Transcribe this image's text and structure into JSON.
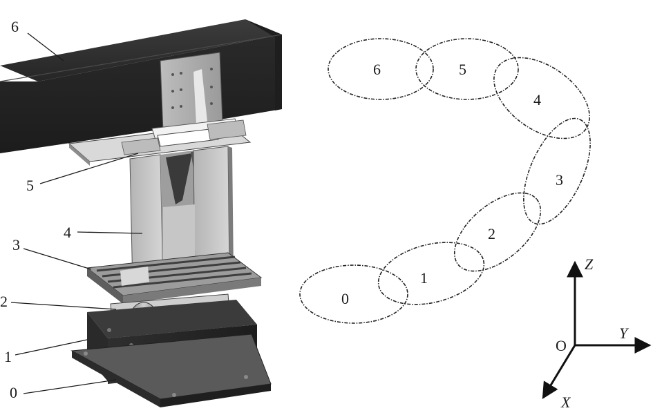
{
  "machine_callouts": [
    {
      "id": "6",
      "label": "6"
    },
    {
      "id": "5",
      "label": "5"
    },
    {
      "id": "4",
      "label": "4"
    },
    {
      "id": "3",
      "label": "3"
    },
    {
      "id": "2",
      "label": "2"
    },
    {
      "id": "1",
      "label": "1"
    },
    {
      "id": "0",
      "label": "0"
    }
  ],
  "kinematic_links": [
    {
      "id": "0",
      "label": "0"
    },
    {
      "id": "1",
      "label": "1"
    },
    {
      "id": "2",
      "label": "2"
    },
    {
      "id": "3",
      "label": "3"
    },
    {
      "id": "4",
      "label": "4"
    },
    {
      "id": "5",
      "label": "5"
    },
    {
      "id": "6",
      "label": "6"
    }
  ],
  "axes": {
    "origin": "O",
    "x": "X",
    "y": "Y",
    "z": "Z"
  },
  "colors": {
    "beam": "#2b2b2b",
    "steel_dark": "#3a3a3a",
    "steel_mid": "#8a8a8a",
    "steel_light": "#c8c8c8",
    "line": "#1a1a1a"
  }
}
